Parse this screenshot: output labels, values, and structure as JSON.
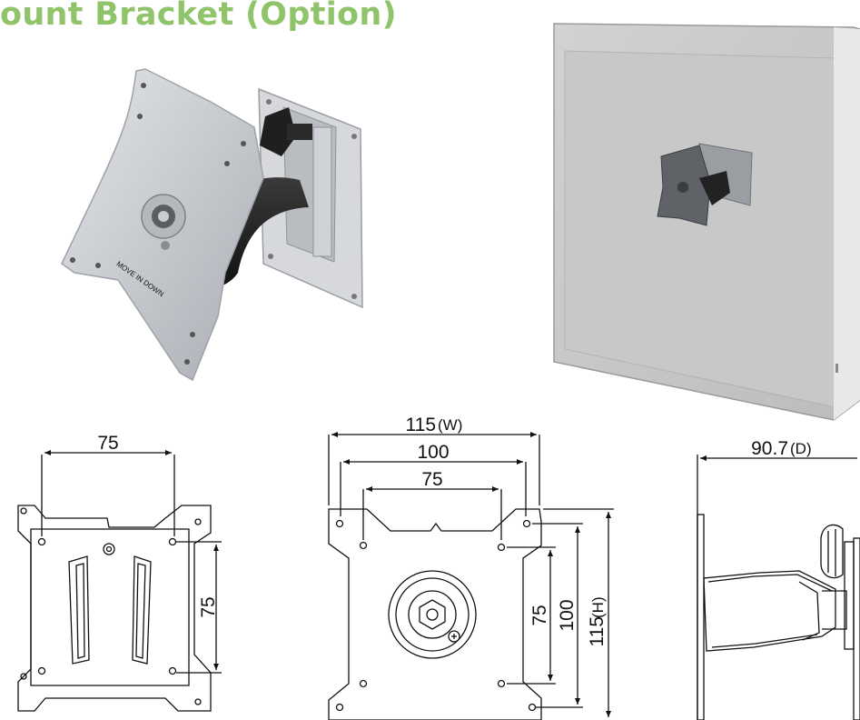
{
  "colors": {
    "accent": "#8fc46a",
    "bracket": "#c9ccd1",
    "knob": "#222222",
    "monitor": "#c4c4c4"
  },
  "title": "ount Bracket (Option)",
  "product_photo": {
    "engraving": "MOVE IN DOWN"
  },
  "dimensions": {
    "back_view": {
      "width_label": "75",
      "height_label": "75"
    },
    "front_view": {
      "w115": "115",
      "w115_unit": "(W)",
      "w100": "100",
      "w75": "75",
      "h75": "75",
      "h100": "100",
      "h115": "115",
      "h115_unit": "(H)"
    },
    "side_view": {
      "depth": "90.7",
      "depth_unit": "(D)"
    }
  }
}
